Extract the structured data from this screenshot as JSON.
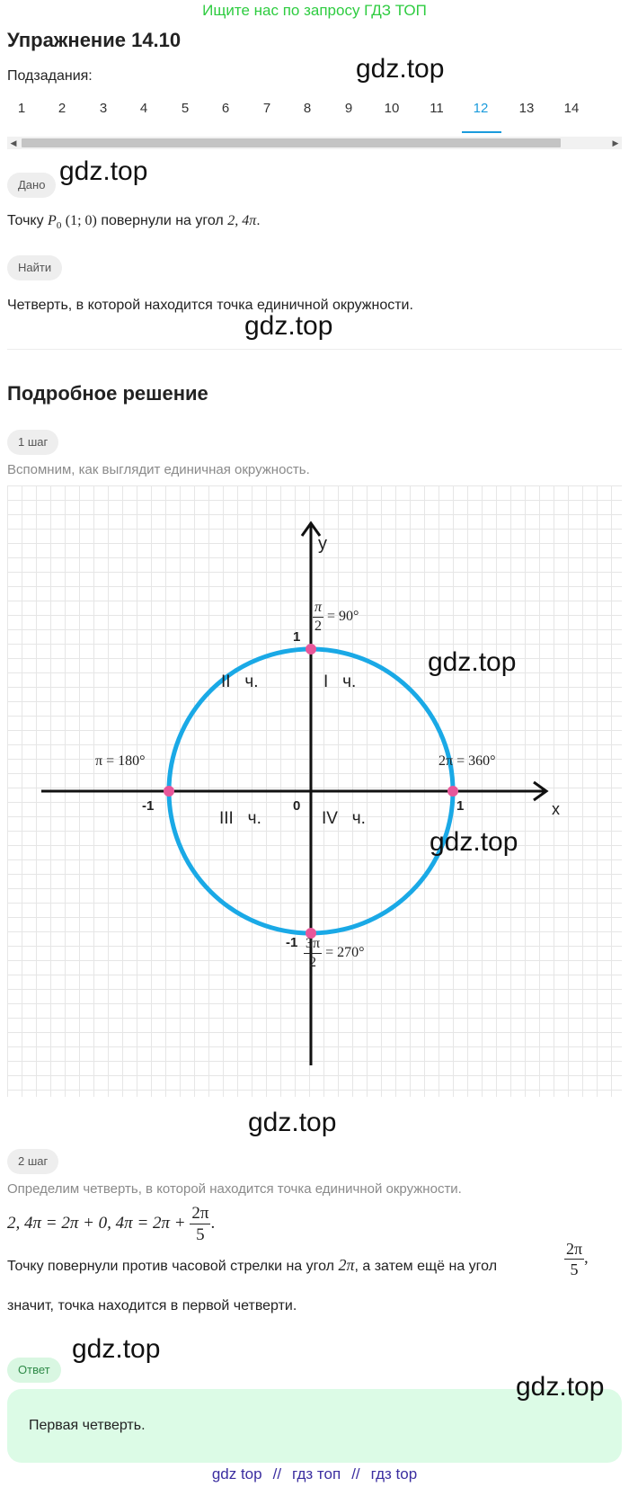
{
  "banner": "Ищите нас по запросу ГДЗ ТОП",
  "header": {
    "title": "Упражнение 14.10",
    "subtasks_label": "Подзадания:"
  },
  "tabs": [
    "1",
    "2",
    "3",
    "4",
    "5",
    "6",
    "7",
    "8",
    "9",
    "10",
    "11",
    "12",
    "13",
    "14"
  ],
  "active_tab": "12",
  "watermark": "gdz.top",
  "given": {
    "badge": "Дано",
    "text_before": "Точку ",
    "point": "P",
    "point_sub": "0",
    "coords": "(1; 0)",
    "text_middle": " повернули на угол ",
    "angle": "2, 4π",
    "text_after": "."
  },
  "find": {
    "badge": "Найти",
    "text": "Четверть, в которой находится точка единичной окружности."
  },
  "solution": {
    "title": "Подробное решение",
    "step1": {
      "badge": "1 шаг",
      "text": "Вспомним, как выглядит единичная окружность."
    },
    "step2": {
      "badge": "2 шаг",
      "text": "Определим четверть, в которой находится точка единичной окружности.",
      "equation_left": "2, 4π = 2π + 0, 4π = 2π + ",
      "equation_num": "2π",
      "equation_den": "5",
      "equation_end": ".",
      "sentence_before": "Точку повернули против часовой стрелки на угол ",
      "sentence_angle": "2π",
      "sentence_middle": ", а затем ещё на угол ",
      "sentence_num": "2π",
      "sentence_den": "5",
      "sentence_end": ",",
      "conclusion": "значит, точка находится в первой четверти."
    }
  },
  "diagram": {
    "axis_x": "x",
    "axis_y": "y",
    "origin": "0",
    "tick_pos_x": "1",
    "tick_neg_x": "-1",
    "tick_pos_y": "1",
    "tick_neg_y": "-1",
    "top_label_num": "π",
    "top_label_den": "2",
    "top_label_rest": "= 90°",
    "left_label": "π = 180°",
    "right_label": "2π = 360°",
    "bottom_label_num": "3π",
    "bottom_label_den": "2",
    "bottom_label_rest": "= 270°",
    "quadrants": [
      "I   ч.",
      "II   ч.",
      "III   ч.",
      "IV   ч."
    ],
    "circle_color": "#1aa9e6",
    "point_color": "#e8579a"
  },
  "answer": {
    "badge": "Ответ",
    "text": "Первая четверть."
  },
  "footer": [
    "gdz top",
    "//",
    "гдз топ",
    "//",
    "гдз top"
  ]
}
